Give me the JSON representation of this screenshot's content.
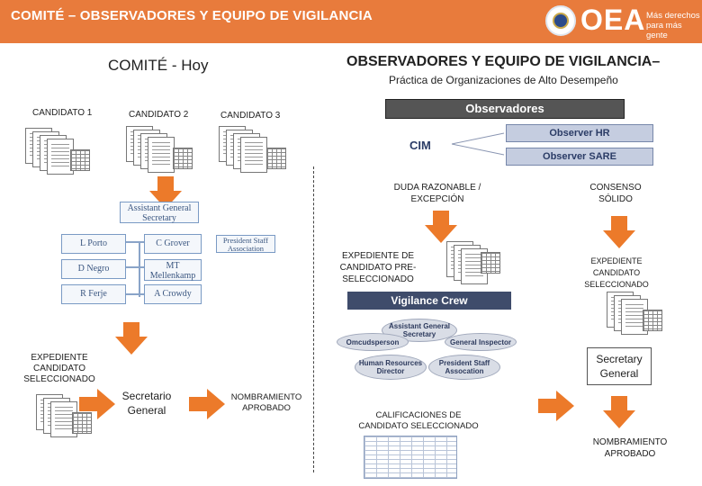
{
  "header": {
    "title": "COMITÉ – OBSERVADORES Y EQUIPO DE VIGILANCIA",
    "logo_text": "OEA",
    "logo_tagline": "Más derechos para más gente",
    "accent_color": "#e87b3c"
  },
  "left": {
    "heading": "COMITÉ - Hoy",
    "candidates": [
      "CANDIDATO 1",
      "CANDIDATO 2",
      "CANDIDATO 3"
    ],
    "assistant_box": "Assistant General Secretary",
    "president_box": "President Staff Association",
    "org_left": [
      "L Porto",
      "D Negro",
      "R Ferje"
    ],
    "org_right": [
      "C Grover",
      "MT Mellenkamp",
      "A Crowdy"
    ],
    "expediente": "EXPEDIENTE CANDIDATO SELECCIONADO",
    "secretario": "Secretario General",
    "nombramiento": "NOMBRAMIENTO APROBADO"
  },
  "right": {
    "heading": "OBSERVADORES Y EQUIPO DE VIGILANCIA–",
    "subheading": "Práctica de Organizaciones de Alto Desempeño",
    "observadores": "Observadores",
    "cim": "CIM",
    "observer_hr": "Observer HR",
    "observer_sare": "Observer SARE",
    "duda": "DUDA RAZONABLE / EXCEPCIÓN",
    "consenso": "CONSENSO SÓLIDO",
    "expediente_pre": "EXPEDIENTE DE CANDIDATO PRE-SELECCIONADO",
    "expediente_sel": "EXPEDIENTE CANDIDATO SELECCIONADO",
    "vigilance_crew": "Vigilance Crew",
    "crew": {
      "assistant": "Assistant General Secretary",
      "ombudsperson": "Omcudsperson",
      "inspector": "General Inspector",
      "hr": "Human Resources Director",
      "president": "President Staff Assocation"
    },
    "secretary": "Secretary General",
    "calificaciones": "CALIFICACIONES DE CANDIDATO SELECCIONADO",
    "nombramiento": "NOMBRAMIENTO APROBADO"
  }
}
